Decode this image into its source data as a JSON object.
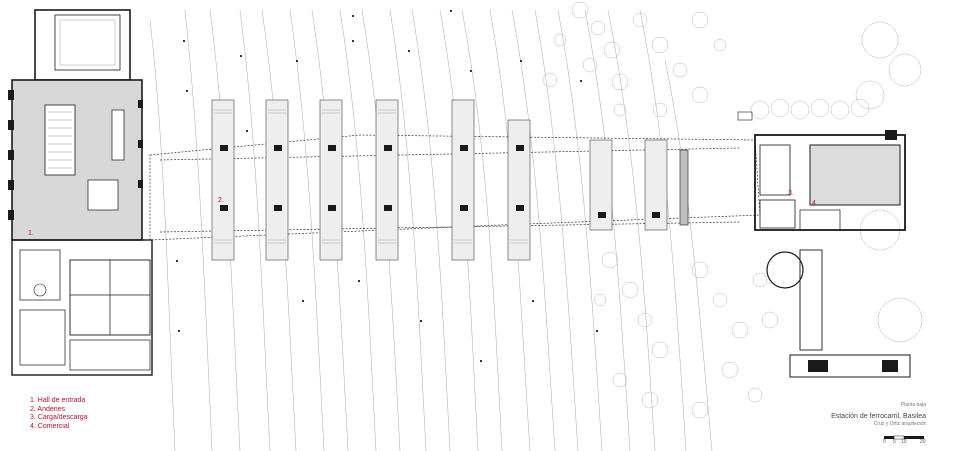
{
  "legend": {
    "items": [
      "1. Hall de entrada",
      "2. Andenes",
      "3. Carga/descarga",
      "4. Comercial"
    ]
  },
  "markers": [
    "1.",
    "2.",
    "3.",
    "4."
  ],
  "title_block": {
    "subtitle": "Planta baja",
    "title": "Estación de ferrocarril, Basilea",
    "architects": "Cruz y Ortiz arquitectos"
  },
  "scale_bar": {
    "ticks": [
      "0",
      "5",
      "10",
      "20"
    ]
  },
  "colors": {
    "accent": "#b0152c",
    "line": "#5a5a5a",
    "fill": "#d6d6d6",
    "dark": "#1a1a1a"
  }
}
